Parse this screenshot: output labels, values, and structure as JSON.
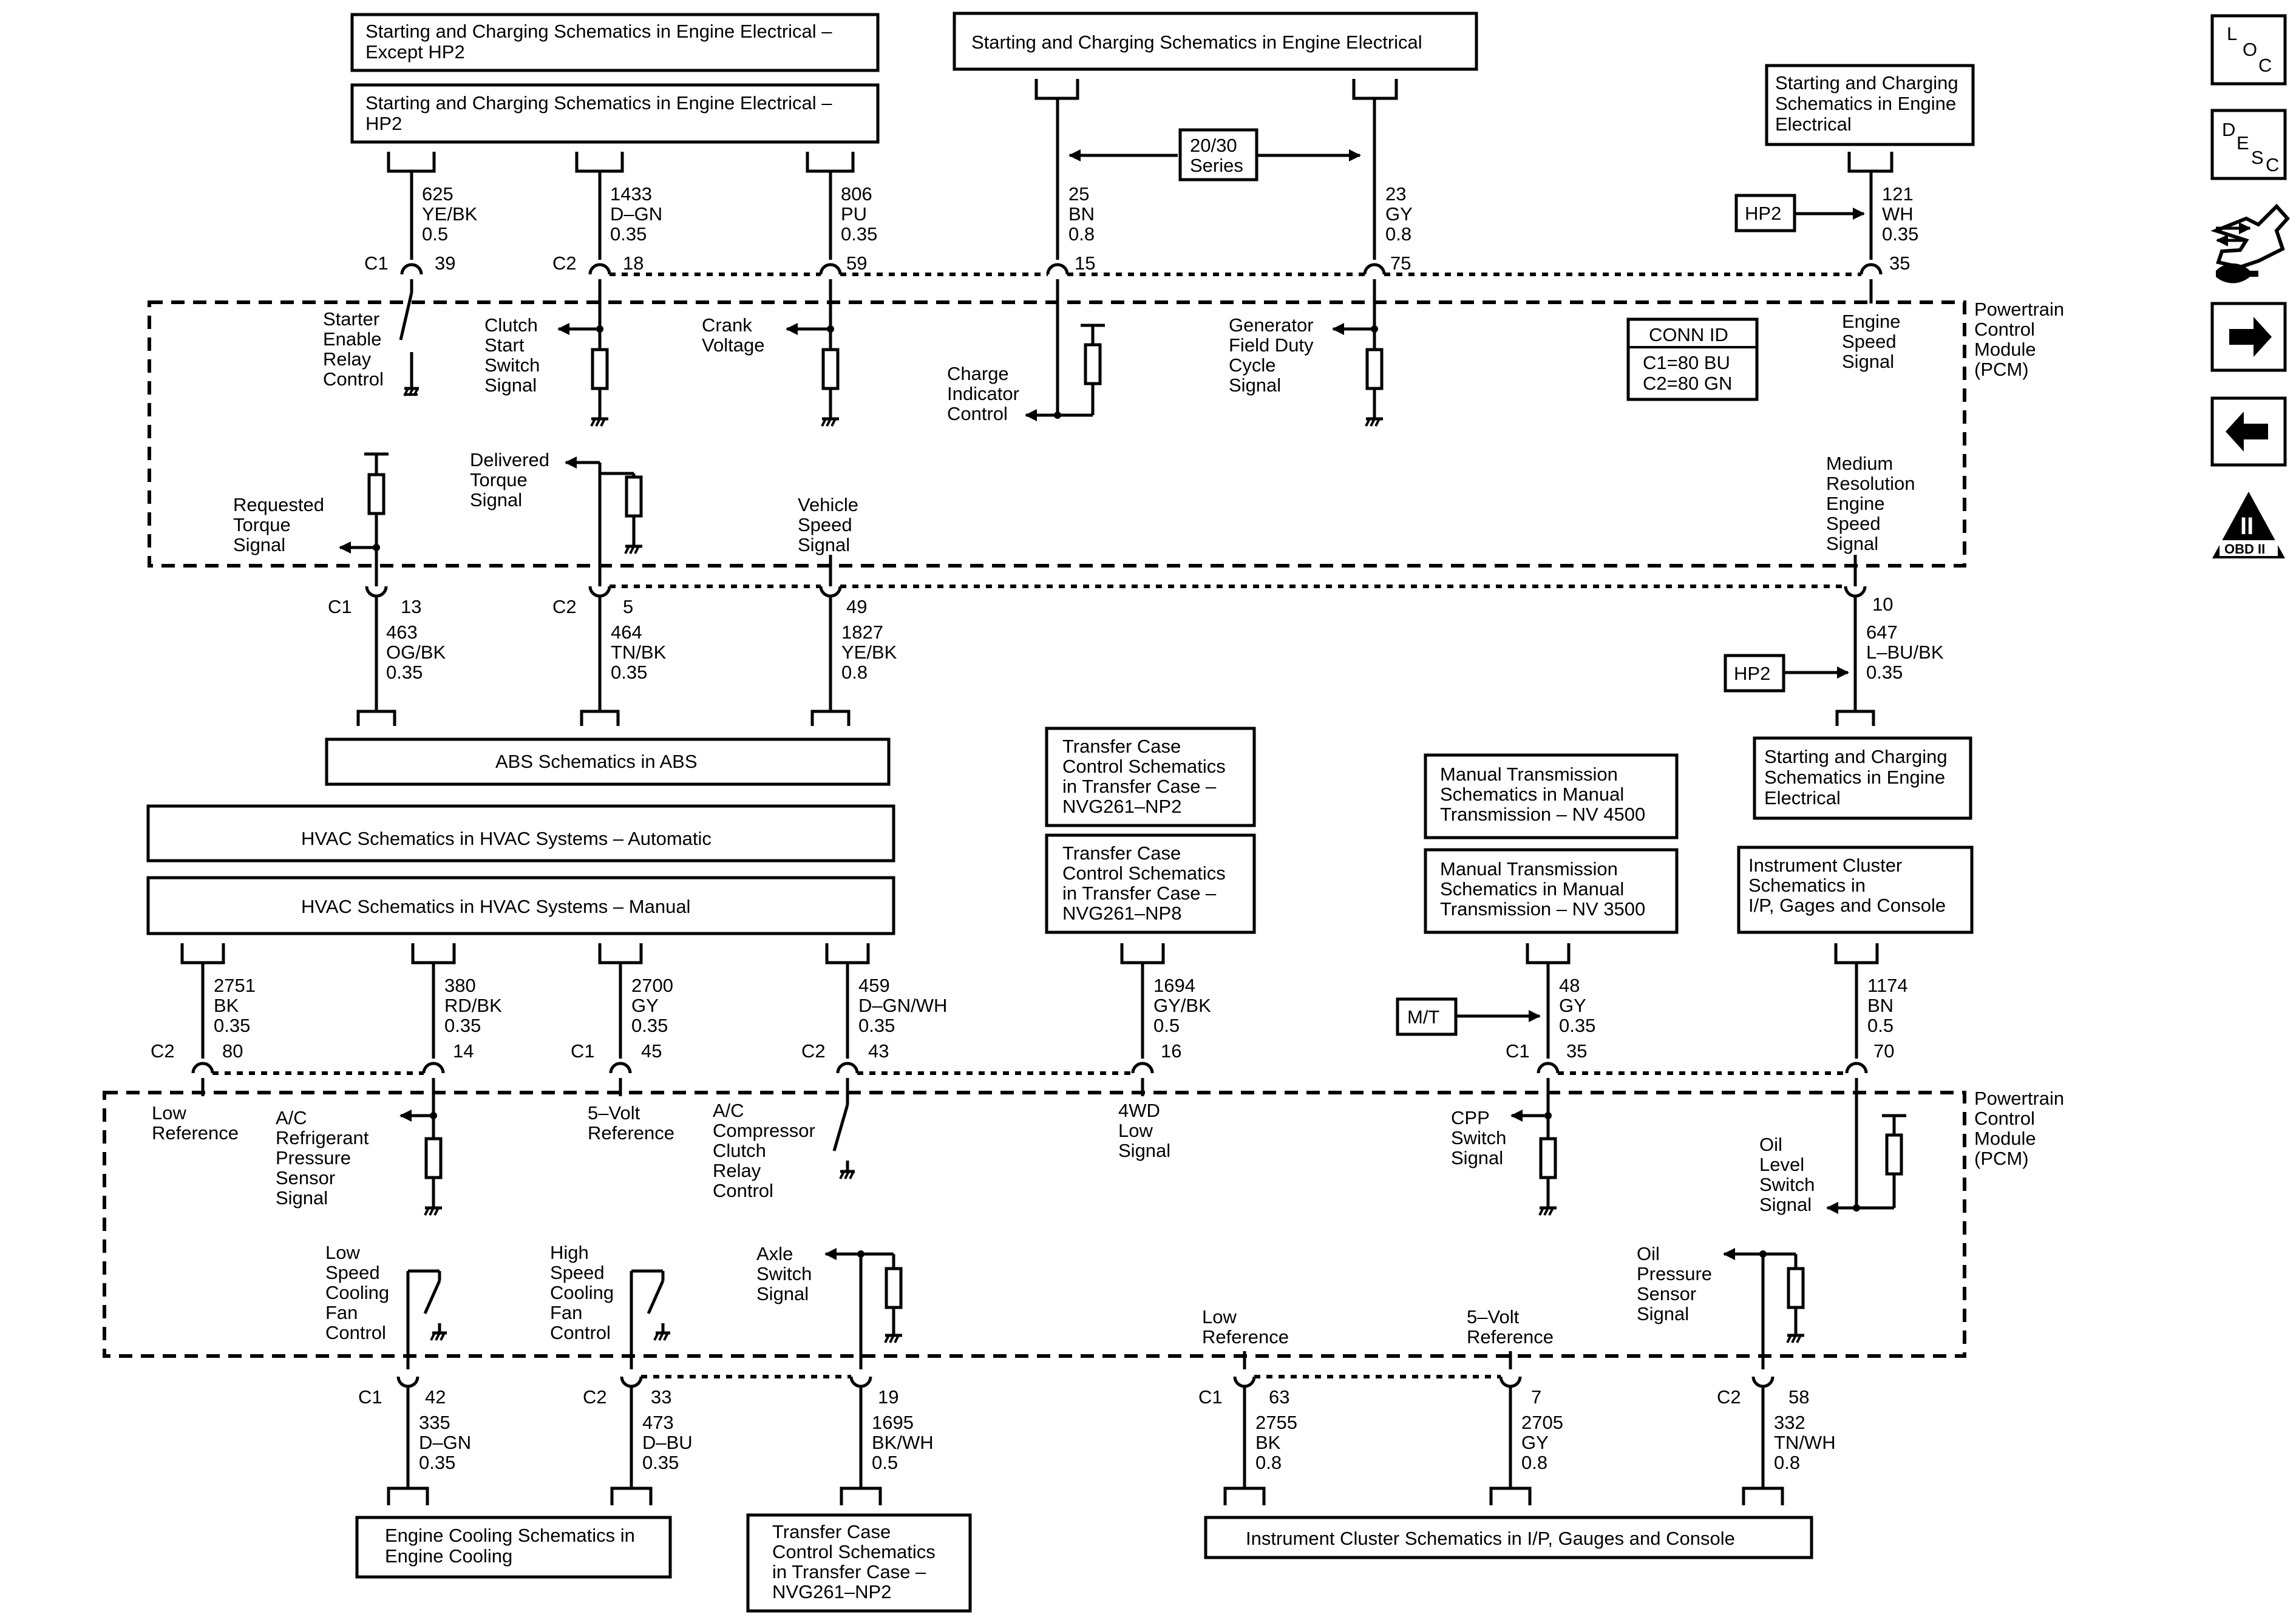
{
  "diagram_refs": {
    "top_except_hp2": [
      "Starting and Charging Schematics in Engine Electrical –",
      "Except HP2"
    ],
    "top_hp2": [
      "Starting and Charging Schematics in Engine Electrical –",
      "HP2"
    ],
    "top_center": [
      "Starting and Charging Schematics in Engine Electrical"
    ],
    "top_right": [
      "Starting and Charging",
      "Schematics in Engine",
      "Electrical"
    ],
    "abs": [
      "ABS Schematics in ABS"
    ],
    "mid_right": [
      "Starting and Charging",
      "Schematics in Engine",
      "Electrical"
    ],
    "hvac_auto": [
      "HVAC Schematics in HVAC Systems – Automatic"
    ],
    "hvac_manual": [
      "HVAC Schematics in HVAC Systems – Manual"
    ],
    "tc_np2_top": [
      "Transfer Case",
      "Control Schematics",
      "in Transfer Case –",
      "NVG261–NP2"
    ],
    "tc_np8": [
      "Transfer Case",
      "Control Schematics",
      "in Transfer Case –",
      "NVG261–NP8"
    ],
    "mt_4500": [
      "Manual Transmission",
      "Schematics in Manual",
      "Transmission – NV 4500"
    ],
    "mt_3500": [
      "Manual Transmission",
      "Schematics in Manual",
      "Transmission – NV 3500"
    ],
    "ic_right": [
      "Instrument Cluster",
      "Schematics in",
      "I/P, Gages and Console"
    ],
    "engine_cooling": [
      "Engine Cooling Schematics in",
      "Engine Cooling"
    ],
    "tc_np2_bottom": [
      "Transfer Case",
      "Control Schematics",
      "in Transfer Case –",
      "NVG261–NP2"
    ],
    "ic_bottom": [
      "Instrument Cluster Schematics in I/P, Gauges and Console"
    ]
  },
  "tags": {
    "series": [
      "20/30",
      "Series"
    ],
    "hp2": "HP2",
    "mt": "M/T"
  },
  "conn_id": {
    "title": "CONN ID",
    "lines": [
      "C1=80 BU",
      "C2=80 GN"
    ]
  },
  "modules": {
    "pcm_top": [
      "Powertrain",
      "Control",
      "Module",
      "(PCM)"
    ],
    "pcm_bottom": [
      "Powertrain",
      "Control",
      "Module",
      "(PCM)"
    ]
  },
  "wires": {
    "w625": [
      "625",
      "YE/BK",
      "0.5"
    ],
    "w1433": [
      "1433",
      "D–GN",
      "0.35"
    ],
    "w806": [
      "806",
      "PU",
      "0.35"
    ],
    "w25": [
      "25",
      "BN",
      "0.8"
    ],
    "w23": [
      "23",
      "GY",
      "0.8"
    ],
    "w121": [
      "121",
      "WH",
      "0.35"
    ],
    "w463": [
      "463",
      "OG/BK",
      "0.35"
    ],
    "w464": [
      "464",
      "TN/BK",
      "0.35"
    ],
    "w1827": [
      "1827",
      "YE/BK",
      "0.8"
    ],
    "w647": [
      "647",
      "L–BU/BK",
      "0.35"
    ],
    "w2751": [
      "2751",
      "BK",
      "0.35"
    ],
    "w380": [
      "380",
      "RD/BK",
      "0.35"
    ],
    "w2700": [
      "2700",
      "GY",
      "0.35"
    ],
    "w459": [
      "459",
      "D–GN/WH",
      "0.35"
    ],
    "w1694": [
      "1694",
      "GY/BK",
      "0.5"
    ],
    "w48": [
      "48",
      "GY",
      "0.35"
    ],
    "w1174": [
      "1174",
      "BN",
      "0.5"
    ],
    "w335": [
      "335",
      "D–GN",
      "0.35"
    ],
    "w473": [
      "473",
      "D–BU",
      "0.35"
    ],
    "w1695": [
      "1695",
      "BK/WH",
      "0.5"
    ],
    "w2755": [
      "2755",
      "BK",
      "0.8"
    ],
    "w2705": [
      "2705",
      "GY",
      "0.8"
    ],
    "w332": [
      "332",
      "TN/WH",
      "0.8"
    ]
  },
  "pins": {
    "p39": "39",
    "p18": "18",
    "p59": "59",
    "p15": "15",
    "p75": "75",
    "p35a": "35",
    "p13": "13",
    "p5": "5",
    "p49": "49",
    "p10": "10",
    "p80": "80",
    "p14": "14",
    "p45": "45",
    "p43": "43",
    "p16": "16",
    "p35b": "35",
    "p70": "70",
    "p42": "42",
    "p33": "33",
    "p19": "19",
    "p63": "63",
    "p7": "7",
    "p58": "58"
  },
  "connectors": {
    "c1_39": "C1",
    "c2_18": "C2",
    "c1_13": "C1",
    "c2_5": "C2",
    "c2_80": "C2",
    "c1_45": "C1",
    "c2_43": "C2",
    "c1_35": "C1",
    "c1_42": "C1",
    "c2_33": "C2",
    "c1_63": "C1",
    "c2_58": "C2"
  },
  "signals": {
    "starter_enable": [
      "Starter",
      "Enable",
      "Relay",
      "Control"
    ],
    "clutch_start": [
      "Clutch",
      "Start",
      "Switch",
      "Signal"
    ],
    "crank_voltage": [
      "Crank",
      "Voltage"
    ],
    "charge_indicator": [
      "Charge",
      "Indicator",
      "Control"
    ],
    "generator_field": [
      "Generator",
      "Field Duty",
      "Cycle",
      "Signal"
    ],
    "engine_speed": [
      "Engine",
      "Speed",
      "Signal"
    ],
    "requested_torque": [
      "Requested",
      "Torque",
      "Signal"
    ],
    "delivered_torque": [
      "Delivered",
      "Torque",
      "Signal"
    ],
    "vehicle_speed": [
      "Vehicle",
      "Speed",
      "Signal"
    ],
    "medium_res": [
      "Medium",
      "Resolution",
      "Engine",
      "Speed",
      "Signal"
    ],
    "low_reference_a": [
      "Low",
      "Reference"
    ],
    "ac_refrigerant": [
      "A/C",
      "Refrigerant",
      "Pressure",
      "Sensor",
      "Signal"
    ],
    "five_volt_a": [
      "5–Volt",
      "Reference"
    ],
    "ac_compressor": [
      "A/C",
      "Compressor",
      "Clutch",
      "Relay",
      "Control"
    ],
    "fourwd_low": [
      "4WD",
      "Low",
      "Signal"
    ],
    "cpp_switch": [
      "CPP",
      "Switch",
      "Signal"
    ],
    "oil_level": [
      "Oil",
      "Level",
      "Switch",
      "Signal"
    ],
    "low_speed_fan": [
      "Low",
      "Speed",
      "Cooling",
      "Fan",
      "Control"
    ],
    "high_speed_fan": [
      "High",
      "Speed",
      "Cooling",
      "Fan",
      "Control"
    ],
    "axle_switch": [
      "Axle",
      "Switch",
      "Signal"
    ],
    "low_reference_b": [
      "Low",
      "Reference"
    ],
    "five_volt_b": [
      "5–Volt",
      "Reference"
    ],
    "oil_pressure": [
      "Oil",
      "Pressure",
      "Sensor",
      "Signal"
    ]
  },
  "nav_icons": {
    "loc": [
      "L",
      "O",
      "C"
    ],
    "desc": [
      "D",
      "E",
      "S",
      "C"
    ],
    "obd": [
      "II",
      "OBD II"
    ]
  }
}
